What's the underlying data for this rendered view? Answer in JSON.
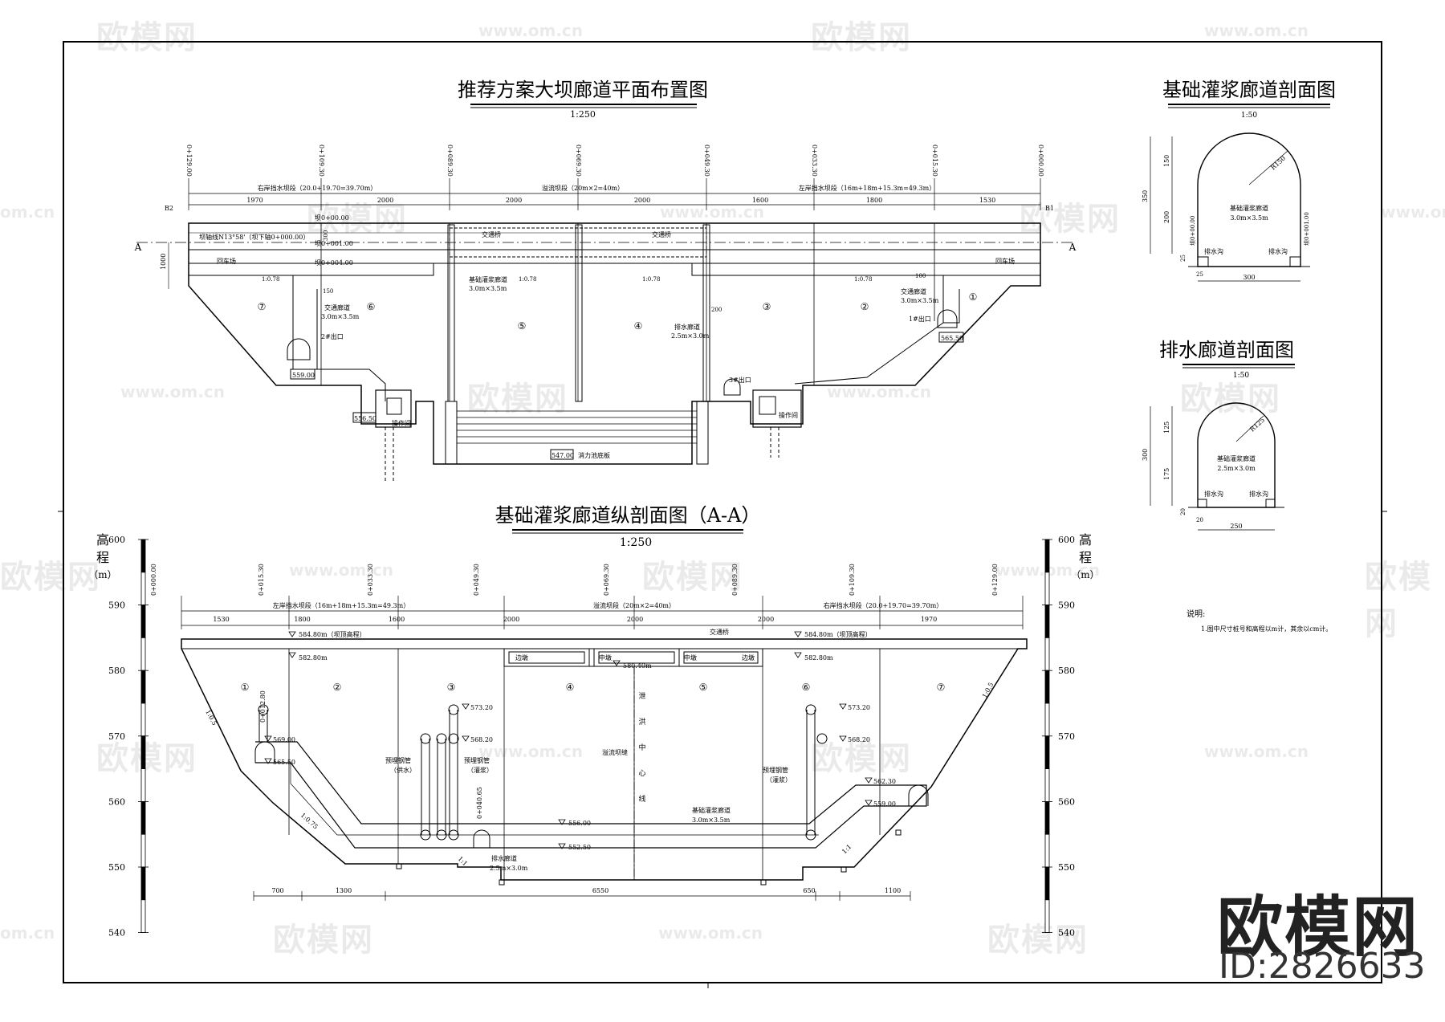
{
  "titles": {
    "plan": "推荐方案大坝廊道平面布置图",
    "plan_scale": "1:250",
    "grout_section": "基础灌浆廊道剖面图",
    "grout_section_scale": "1:50",
    "drain_section": "排水廊道剖面图",
    "drain_section_scale": "1:50",
    "profile": "基础灌浆廊道纵剖面图（A-A）",
    "profile_scale": "1:250"
  },
  "plan": {
    "stations": [
      "0+129.00",
      "0+109.30",
      "0+089.30",
      "0+069.30",
      "0+049.30",
      "0+033.30",
      "0+015.30",
      "0+000.00"
    ],
    "segments": [
      "右岸挡水坝段（20.0+19.70=39.70m）",
      "溢流坝段（20m×2=40m）",
      "左岸挡水坝段（16m+18m+15.3m=49.3m）"
    ],
    "dims": [
      "1970",
      "2000",
      "2000",
      "2000",
      "1600",
      "1800",
      "1530"
    ],
    "block_numbers": [
      "⑦",
      "⑥",
      "⑤",
      "④",
      "③",
      "②",
      "①"
    ],
    "labels": {
      "axis_line": "坝轴线N13°58'（坝下轴0+000.00）",
      "car_left": "回车场",
      "car_right": "回车场",
      "grout_gallery": "基础灌浆廊道",
      "grout_size": "3.0m×3.5m",
      "traffic_gallery": "交通廊道",
      "traffic_size": "3.0m×3.5m",
      "drain_gallery": "排水廊道",
      "drain_size": "2.5m×3.0m",
      "bridge": "交通桥",
      "exit_2": "2#出口",
      "exit_1": "1#出口",
      "exit_3": "3#出口",
      "op_room": "操作间",
      "stilling": "消力池底板",
      "slope": "1:0.78",
      "line_a": "A",
      "b1": "B1",
      "b2": "B2",
      "axis_top": "坝0+00.00",
      "axis_mid": "坝0+001.00",
      "axis_bot": "坝0+004.00"
    },
    "elevations": {
      "left_exit": "559.00",
      "right_exit": "565.50",
      "left_op": "556.50",
      "stilling": "547.00"
    },
    "small_dims": {
      "d150": "150",
      "d300": "300",
      "d1000": "1000",
      "d200": "200",
      "d100": "100"
    }
  },
  "grout_section": {
    "gallery_label": "基础灌浆廊道",
    "gallery_size": "3.0m×3.5m",
    "radius": "R150",
    "ditch": "排水沟",
    "width": "300",
    "h_top": "150",
    "h_mid": "200",
    "h_total": "350",
    "h_bot": "25",
    "w_ditch": "25",
    "elev_left": "坝0+00.00",
    "elev_right": "坝0+001.00"
  },
  "drain_section": {
    "gallery_label": "基础灌浆廊道",
    "gallery_size": "2.5m×3.0m",
    "radius": "R125",
    "ditch": "排水沟",
    "width": "250",
    "h_top": "125",
    "h_mid": "175",
    "h_total": "300",
    "h_bot": "20",
    "w_ditch": "20"
  },
  "profile": {
    "elev_axis": {
      "label_chars": [
        "高",
        "程"
      ],
      "unit": "（m）",
      "ticks": [
        "600",
        "590",
        "580",
        "570",
        "560",
        "550",
        "540"
      ]
    },
    "stations": [
      "0+000.00",
      "0+015.30",
      "0+033.30",
      "0+049.30",
      "0+069.30",
      "0+089.30",
      "0+109.30",
      "0+129.00"
    ],
    "segments": [
      "左岸挡水坝段（16m+18m+15.3m=49.3m）",
      "溢流坝段（20m×2=40m）",
      "右岸挡水坝段（20.0+19.70=39.70m）"
    ],
    "dims_top": [
      "1530",
      "1800",
      "1600",
      "2000",
      "2000",
      "2000",
      "1970"
    ],
    "dims_bottom": [
      "700",
      "1300",
      "6550",
      "650",
      "1100"
    ],
    "block_numbers": [
      "①",
      "②",
      "③",
      "④",
      "⑤",
      "⑥",
      "⑦"
    ],
    "gates": [
      "边墩",
      "中墩",
      "中墩",
      "边墩"
    ],
    "labels": {
      "bridge": "交通桥",
      "crest_left": "584.80m（坝顶高程）",
      "crest_right": "584.80m（坝顶高程）",
      "spill_crest": "580.40m",
      "wl_left": "582.80m",
      "wl_right": "582.80m",
      "center": "泄洪中心线",
      "center_chars": [
        "泄",
        "洪",
        "中",
        "心",
        "线"
      ],
      "joint": "溢流坝缝",
      "grout_gallery": "基础灌浆廊道",
      "grout_size": "3.0m×3.5m",
      "drain_gallery": "排水廊道",
      "drain_size": "2.5m×3.0m",
      "pipe_left": "预埋钢管",
      "pipe_left_sub": "（供水）",
      "pipe_mid": "预埋钢管",
      "pipe_mid_sub": "（灌浆）",
      "pipe_right": "预埋钢管",
      "pipe_right_sub": "（灌浆）",
      "station_left": "0+012.80",
      "station_mid": "0+040.65",
      "slope_a": "1:0.5",
      "slope_b": "1:0.75",
      "slope_c": "1:1",
      "slope_d": "1:1",
      "slope_e": "1:0.5"
    },
    "elevations": [
      "569.00",
      "565.50",
      "573.20",
      "568.20",
      "556.00",
      "552.50",
      "573.20",
      "568.20",
      "562.30",
      "559.00"
    ]
  },
  "notes": {
    "title": "说明:",
    "item": "1.图中尺寸桩号和高程以m计，其余以cm计。"
  },
  "watermark": {
    "text": "欧模网",
    "url": "www.om.cn",
    "url_fragment": "om.cn"
  },
  "brand": {
    "name": "欧模网",
    "id": "ID:2826633"
  }
}
